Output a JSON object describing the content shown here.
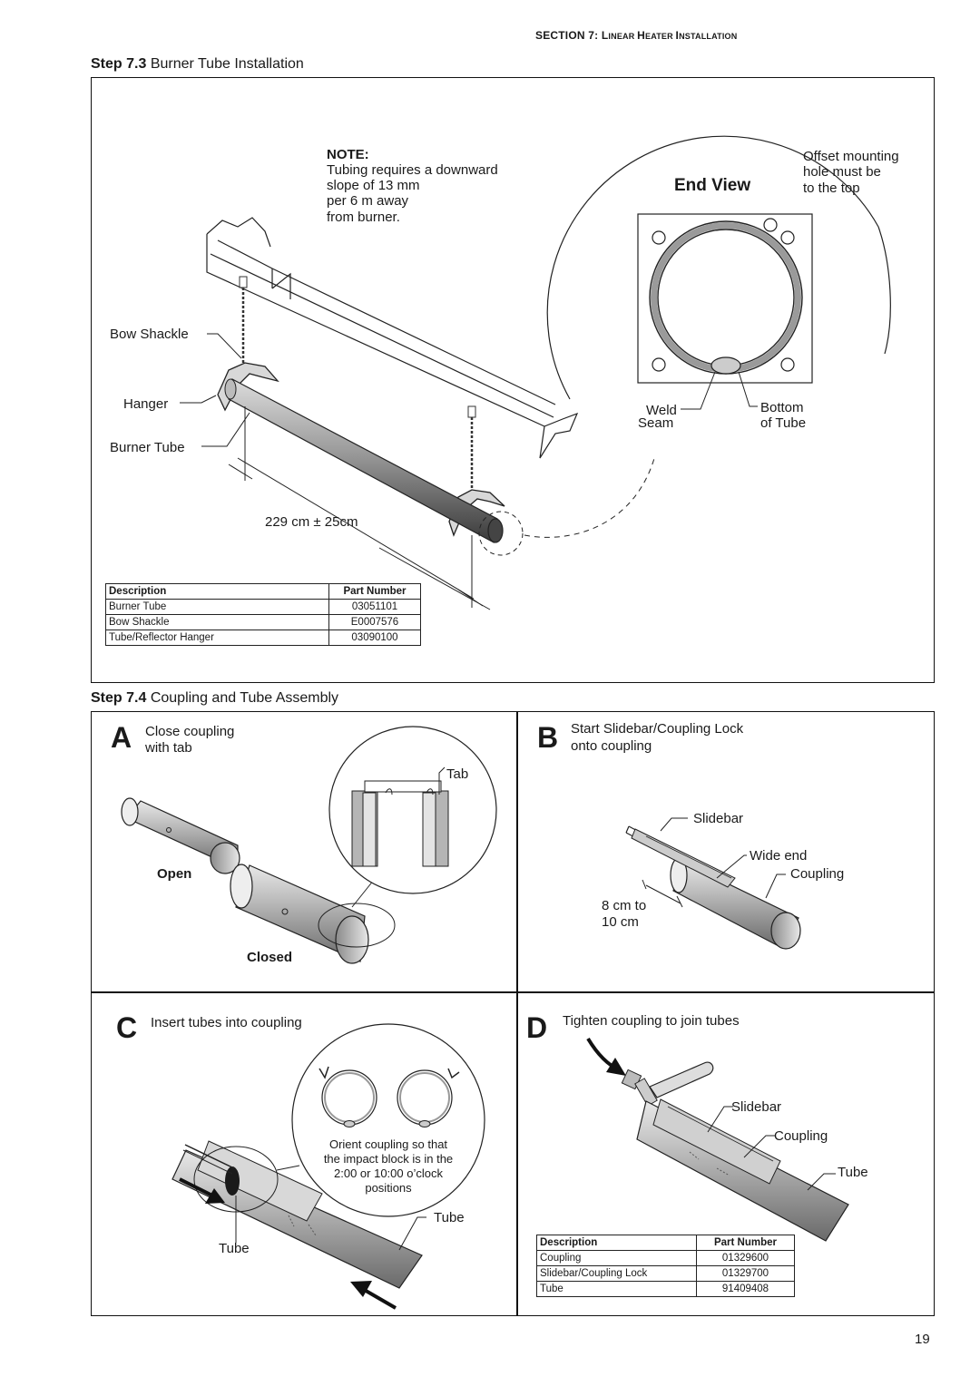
{
  "header": {
    "section_prefix": "SECTION 7: ",
    "section_title_L": "L",
    "section_title_rest": "INEAR ",
    "section_title_H": "H",
    "section_title_rest2": "EATER ",
    "section_title_I": "I",
    "section_title_rest3": "NSTALLATION"
  },
  "step73": {
    "step_word": "Step 7.3",
    "title": "Burner Tube Installation",
    "note_label": "NOTE:",
    "note_lines": [
      "Tubing requires a downward",
      "slope of 13 mm",
      "per 6 m away",
      "from burner."
    ],
    "end_view_label": "End View",
    "offset_lines": [
      "Offset mounting",
      "hole must be",
      "to the top"
    ],
    "weld_seam_lines": [
      "Weld",
      "Seam"
    ],
    "bottom_tube_lines": [
      "Bottom",
      "of Tube"
    ],
    "bow_shackle": "Bow Shackle",
    "hanger": "Hanger",
    "burner_tube": "Burner Tube",
    "dimension": "229 cm ± 25cm",
    "table": {
      "headers": [
        "Description",
        "Part Number"
      ],
      "rows": [
        [
          "Burner Tube",
          "03051101"
        ],
        [
          "Bow Shackle",
          "E0007576"
        ],
        [
          "Tube/Reflector Hanger",
          "03090100"
        ]
      ]
    }
  },
  "step74": {
    "step_word": "Step 7.4",
    "title": "Coupling and Tube Assembly",
    "panelA": {
      "letter": "A",
      "lines": [
        "Close coupling",
        "with tab"
      ],
      "tab": "Tab",
      "open": "Open",
      "closed": "Closed"
    },
    "panelB": {
      "letter": "B",
      "lines": [
        "Start Slidebar/Coupling Lock",
        "onto coupling"
      ],
      "slidebar": "Slidebar",
      "wide_end": "Wide end",
      "coupling": "Coupling",
      "distance_lines": [
        "8 cm to",
        "10 cm"
      ]
    },
    "panelC": {
      "letter": "C",
      "title": "Insert tubes into coupling",
      "orient_lines": [
        "Orient coupling so that",
        "the impact block is in the",
        "2:00 or 10:00 o’clock",
        "positions"
      ],
      "tube_right": "Tube",
      "tube_left": "Tube"
    },
    "panelD": {
      "letter": "D",
      "title": "Tighten coupling to join tubes",
      "slidebar": "Slidebar",
      "coupling": "Coupling",
      "tube": "Tube",
      "table": {
        "headers": [
          "Description",
          "Part Number"
        ],
        "rows": [
          [
            "Coupling",
            "01329600"
          ],
          [
            "Slidebar/Coupling Lock",
            "01329700"
          ],
          [
            "Tube",
            "91409408"
          ]
        ]
      }
    }
  },
  "page_number": "19"
}
